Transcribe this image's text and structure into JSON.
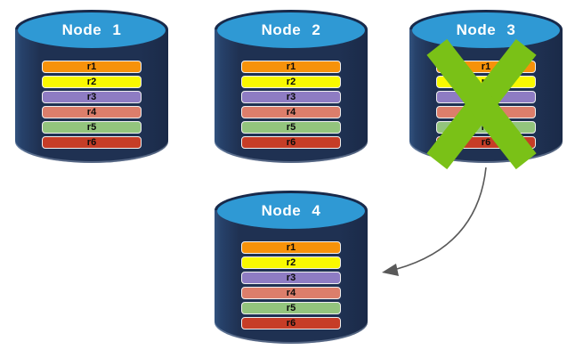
{
  "background": "#FFFFFF",
  "palette": {
    "cylinder_body": "#1F3152",
    "cylinder_top_fill": "#2F99D4",
    "cylinder_outline": "#18294A"
  },
  "nodes": [
    {
      "title": "Node 1",
      "status": "active",
      "bars": [
        {
          "label": "r1",
          "color": "#F7920A"
        },
        {
          "label": "r2",
          "color": "#F9F900"
        },
        {
          "label": "r3",
          "color": "#8E7CC3"
        },
        {
          "label": "r4",
          "color": "#DC7E6B"
        },
        {
          "label": "r5",
          "color": "#93C47D"
        },
        {
          "label": "r6",
          "color": "#C63D27"
        }
      ]
    },
    {
      "title": "Node 2",
      "status": "active",
      "bars": [
        {
          "label": "r1",
          "color": "#F7920A"
        },
        {
          "label": "r2",
          "color": "#F9F900"
        },
        {
          "label": "r3",
          "color": "#8E7CC3"
        },
        {
          "label": "r4",
          "color": "#DC7E6B"
        },
        {
          "label": "r5",
          "color": "#93C47D"
        },
        {
          "label": "r6",
          "color": "#C63D27"
        }
      ]
    },
    {
      "title": "Node 3",
      "status": "failed",
      "bars": [
        {
          "label": "r1",
          "color": "#F7920A"
        },
        {
          "label": "r2",
          "color": "#F9F900"
        },
        {
          "label": "r3",
          "color": "#8E7CC3"
        },
        {
          "label": "r4",
          "color": "#DC7E6B"
        },
        {
          "label": "r5",
          "color": "#93C47D"
        },
        {
          "label": "r6",
          "color": "#C63D27"
        }
      ]
    },
    {
      "title": "Node 4",
      "status": "active",
      "bars": [
        {
          "label": "r1",
          "color": "#F7920A"
        },
        {
          "label": "r2",
          "color": "#F9F900"
        },
        {
          "label": "r3",
          "color": "#8E7CC3"
        },
        {
          "label": "r4",
          "color": "#DC7E6B"
        },
        {
          "label": "r5",
          "color": "#93C47D"
        },
        {
          "label": "r6",
          "color": "#C63D27"
        }
      ]
    }
  ],
  "failure_mark": {
    "on_node": "Node 3",
    "shape": "x-cross",
    "color": "#7AC117"
  },
  "arrow": {
    "from": "Node 3",
    "to": "Node 4",
    "style": "curved",
    "color": "#595959"
  }
}
